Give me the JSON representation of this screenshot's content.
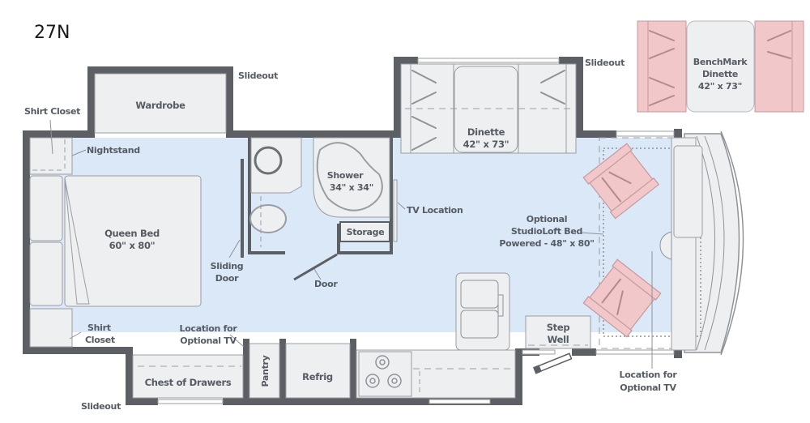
{
  "model": "27N",
  "colors": {
    "wall": "#5c5f63",
    "floor": "#dbe8f7",
    "furniture": "#eeeff1",
    "furniture_stroke": "#9a9da2",
    "option_pink": "#f2c7c9",
    "option_stroke": "#c59a9d",
    "label": "#555b63"
  },
  "labels": {
    "slideout_top_left": "Slideout",
    "slideout_top_right": "Slideout",
    "slideout_bottom": "Slideout",
    "shirt_closet_top": "Shirt Closet",
    "nightstand": "Nightstand",
    "wardrobe": "Wardrobe",
    "queen_bed": [
      "Queen Bed",
      "60\" x 80\""
    ],
    "shirt_closet_bottom": [
      "Shirt",
      "Closet"
    ],
    "sliding_door": [
      "Sliding",
      "Door"
    ],
    "door": "Door",
    "shower": [
      "Shower",
      "34\" x 34\""
    ],
    "storage": "Storage",
    "tv_location": "TV Location",
    "dinette": [
      "Dinette",
      "42\" x 73\""
    ],
    "benchmark_dinette": [
      "BenchMark",
      "Dinette",
      "42\" x 73\""
    ],
    "studioloft_bed": [
      "Optional",
      "StudioLoft Bed",
      "Powered - 48\" x 80\""
    ],
    "location_optional_tv_left": [
      "Location for",
      "Optional TV"
    ],
    "location_optional_tv_right": [
      "Location for",
      "Optional TV"
    ],
    "chest_of_drawers": "Chest of Drawers",
    "pantry": "Pantry",
    "refrig": "Refrig",
    "step_well": [
      "Step",
      "Well"
    ]
  }
}
